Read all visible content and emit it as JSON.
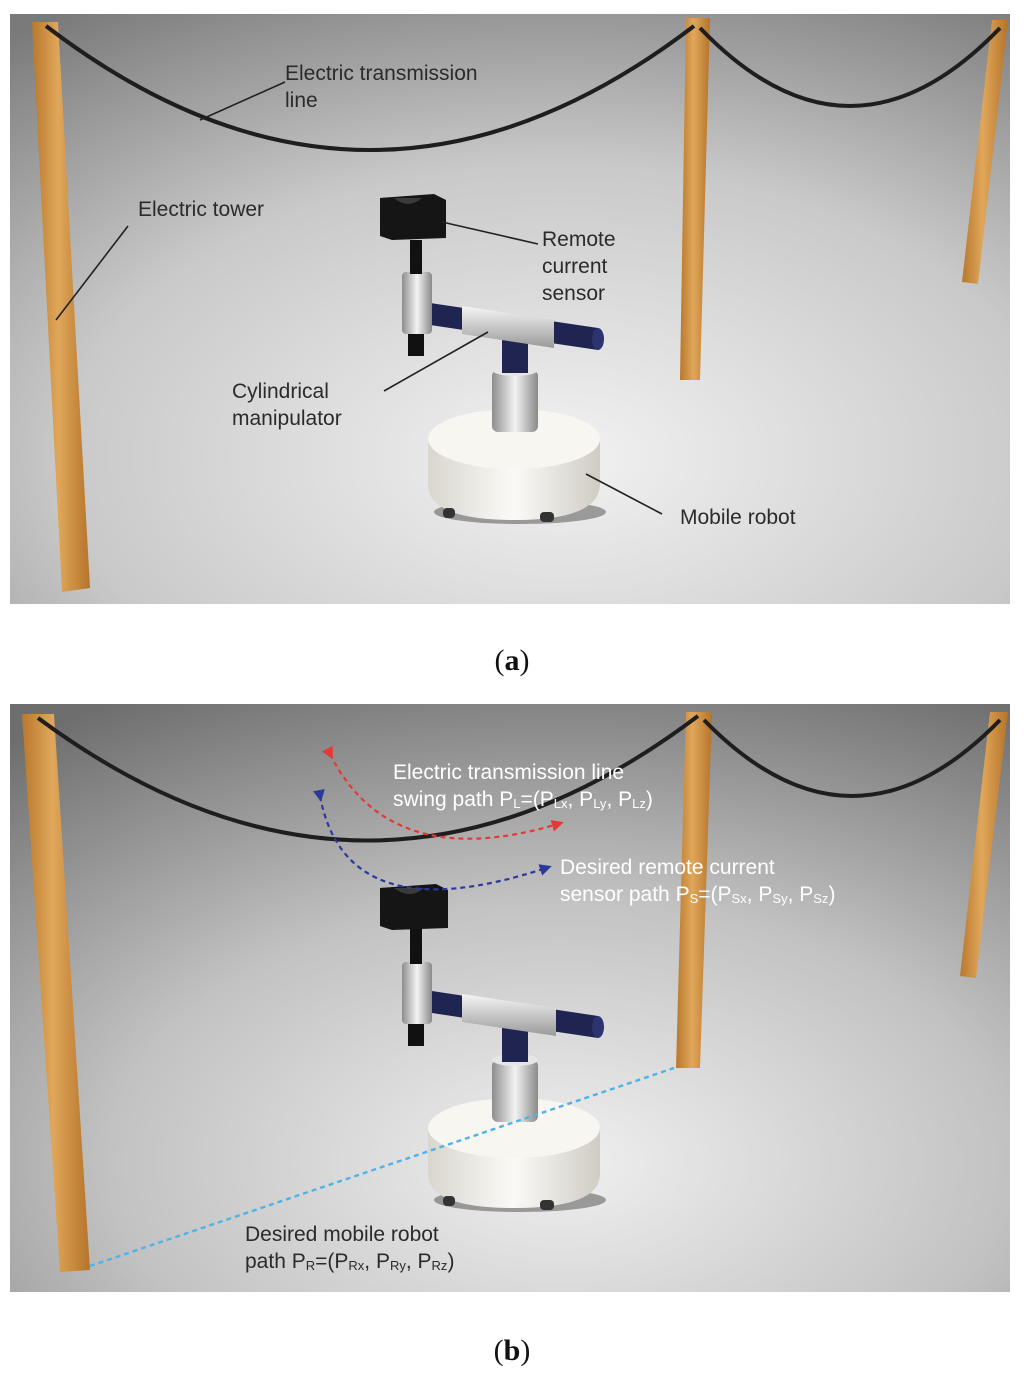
{
  "panel_a": {
    "labels": {
      "transmission_line": [
        "Electric transmission",
        "line"
      ],
      "tower": "Electric tower",
      "sensor": [
        "Remote",
        "current",
        "sensor"
      ],
      "manipulator": [
        "Cylindrical",
        "manipulator"
      ],
      "robot": "Mobile robot"
    },
    "caption": "a"
  },
  "panel_b": {
    "line_path": {
      "line1": "Electric transmission line",
      "line2_prefix": "swing path P",
      "sym": "L",
      "tuple": [
        "P",
        "Lx",
        ", P",
        "Ly",
        ", P",
        "Lz",
        ")"
      ]
    },
    "sensor_path": {
      "line1": "Desired remote current",
      "line2_prefix": "sensor path P",
      "sym": "S",
      "tuple": [
        "P",
        "Sx",
        ", P",
        "Sy",
        ", P",
        "Sz",
        ")"
      ]
    },
    "robot_path": {
      "line1": "Desired mobile robot",
      "line2_prefix": "path P",
      "sym": "R",
      "tuple": [
        "P",
        "Rx",
        ", P",
        "Ry",
        ", P",
        "Rz",
        ")"
      ]
    },
    "caption": "b"
  },
  "colors": {
    "wood": "#d69a4a",
    "line_swing_arrow": "#e53935",
    "sensor_arrow": "#2b3a9a",
    "robot_path": "#4fb3e6"
  }
}
